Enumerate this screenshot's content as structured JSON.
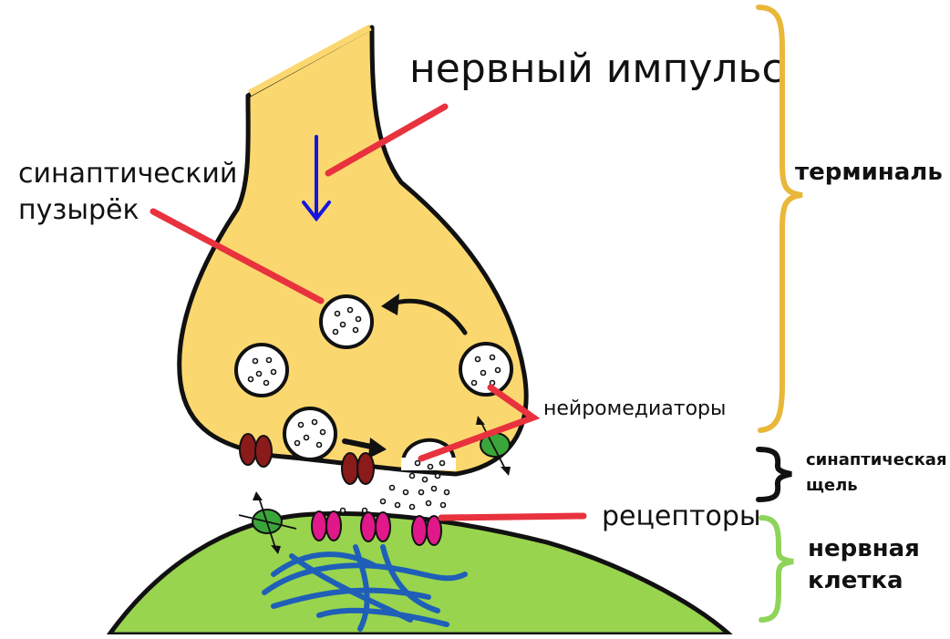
{
  "labels": {
    "impulse": "нервный импульс",
    "vesicle_line1": "синаптический",
    "vesicle_line2": "пузырёк",
    "neurotransmitters": "нейромедиаторы",
    "receptors": "рецепторы",
    "terminal": "терминаль",
    "cleft_line1": "синаптическая",
    "cleft_line2": "щель",
    "cell_line1": "нервная",
    "cell_line2": "клетка"
  },
  "colors": {
    "terminal_fill": "#fbd86f",
    "cell_fill": "#98d44e",
    "pointer_line": "#e8323e",
    "impulse_arrow": "#1515e0",
    "terminal_brace": "#e9b83a",
    "cleft_brace": "#111111",
    "cell_brace": "#8fd45a",
    "channel_dark_red": "#8b1a1a",
    "receptor_magenta": "#e0188a",
    "transporter_green": "#3aa63a",
    "fibers_blue": "#1f5fb8"
  }
}
